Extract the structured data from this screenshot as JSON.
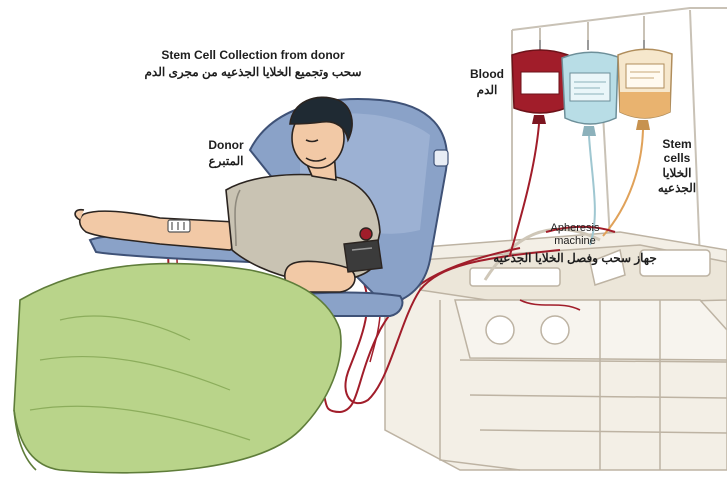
{
  "title": {
    "en": "Stem Cell Collection from donor",
    "ar": "سحب وتجميع الخلايا الجذعيه من مجرى الدم"
  },
  "labels": {
    "donor_en": "Donor",
    "donor_ar": "المتبرع",
    "blood_en": "Blood",
    "blood_ar": "الدم",
    "stem_en_1": "Stem",
    "stem_en_2": "cells",
    "stem_ar_1": "الخلايا",
    "stem_ar_2": "الجذعيه",
    "machine_en_1": "Apheresis",
    "machine_en_2": "machine",
    "machine_ar": "جهاز سحب وفصل الخلايا الجذعيه"
  },
  "colors": {
    "blood": "#a11d2a",
    "stem_cells": "#e9b36f",
    "plasma_bag": "#b8dde6",
    "chair": "#8aa2c8",
    "blanket": "#b9d48a",
    "shirt": "#c9c3b3",
    "skin": "#f2c9a6",
    "machine": "#f3efe6"
  },
  "icons": [
    "blood-bag-icon",
    "plasma-bag-icon",
    "stem-cell-bag-icon",
    "blood-pressure-cuff-icon"
  ]
}
